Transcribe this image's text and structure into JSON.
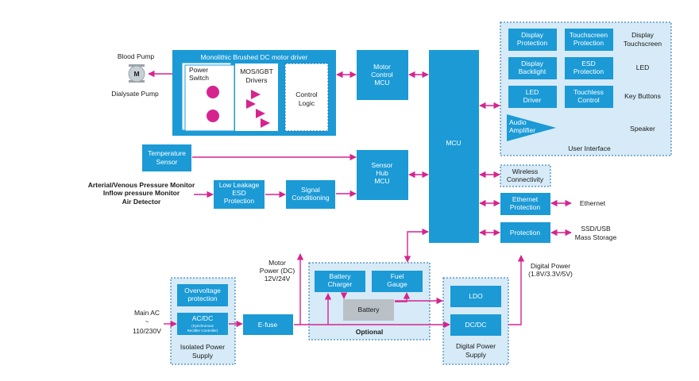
{
  "motor": {
    "driver_title": "Monolithic Brushed DC motor driver",
    "power_switch": [
      "Power",
      "Switch"
    ],
    "mos_drivers": [
      "MOS/IGBT",
      "Drivers"
    ],
    "control_logic": [
      "Control",
      "Logic"
    ],
    "blood_pump": "Blood Pump",
    "dialysate_pump": "Dialysate Pump",
    "motor_symbol": "M",
    "motor_mcu": [
      "Motor",
      "Control",
      "MCU"
    ]
  },
  "sensors": {
    "temperature": [
      "Temperature",
      "Sensor"
    ],
    "pressure_inputs": [
      "Arterial/Venous Pressure Monitor",
      "Inflow pressure Monitor",
      "Air Detector"
    ],
    "low_leakage": [
      "Low Leakage",
      "ESD",
      "Protection"
    ],
    "signal_conditioning": [
      "Signal",
      "Conditioning"
    ],
    "sensor_hub": [
      "Sensor",
      "Hub",
      "MCU"
    ]
  },
  "mcu": "MCU",
  "ui": {
    "display_protection": [
      "Display",
      "Protection"
    ],
    "touchscreen_protection": [
      "Touchscreen",
      "Protection"
    ],
    "display_backlight": [
      "Display",
      "Backlight"
    ],
    "esd_protection": [
      "ESD",
      "Protection"
    ],
    "led_driver": [
      "LED",
      "Driver"
    ],
    "touchless_control": [
      "Touchless",
      "Control"
    ],
    "audio_amplifier": [
      "Audio",
      "Amplifier"
    ],
    "label_display": "Display",
    "label_touchscreen": "Touchscreen",
    "label_led": "LED",
    "label_key_buttons": "Key Buttons",
    "label_speaker": "Speaker",
    "title": "User Interface"
  },
  "connectivity": {
    "wireless": [
      "Wireless",
      "Connectivity"
    ],
    "ethernet_protection": [
      "Ethernet",
      "Protection"
    ],
    "ethernet": "Ethernet",
    "protection": "Protection",
    "ssd_usb": [
      "SSD/USB",
      "Mass Storage"
    ]
  },
  "power": {
    "motor_power": [
      "Motor",
      "Power (DC)",
      "12V/24V"
    ],
    "digital_power_label": [
      "Digital Power",
      "(1.8V/3.3V/5V)"
    ],
    "main_ac": [
      "Main AC",
      "~",
      "110/230V"
    ],
    "overvoltage": [
      "Overvoltage",
      "protection"
    ],
    "acdc": "AC/DC",
    "acdc_sub": [
      "(Synchronous",
      "Rectifier Controller)"
    ],
    "isolated_title": [
      "Isolated Power",
      "Supply"
    ],
    "efuse": "E-fuse",
    "battery_charger": [
      "Battery",
      "Charger"
    ],
    "fuel_gauge": [
      "Fuel",
      "Gauge"
    ],
    "battery": "Battery",
    "optional": "Optional",
    "ldo": "LDO",
    "dcdc": "DC/DC",
    "digital_title": [
      "Digital Power",
      "Supply"
    ]
  },
  "colors": {
    "block": "#1b9ad6",
    "container": "#d6eaf7",
    "arrow": "#d6248f",
    "battery": "#b9c1c6"
  }
}
